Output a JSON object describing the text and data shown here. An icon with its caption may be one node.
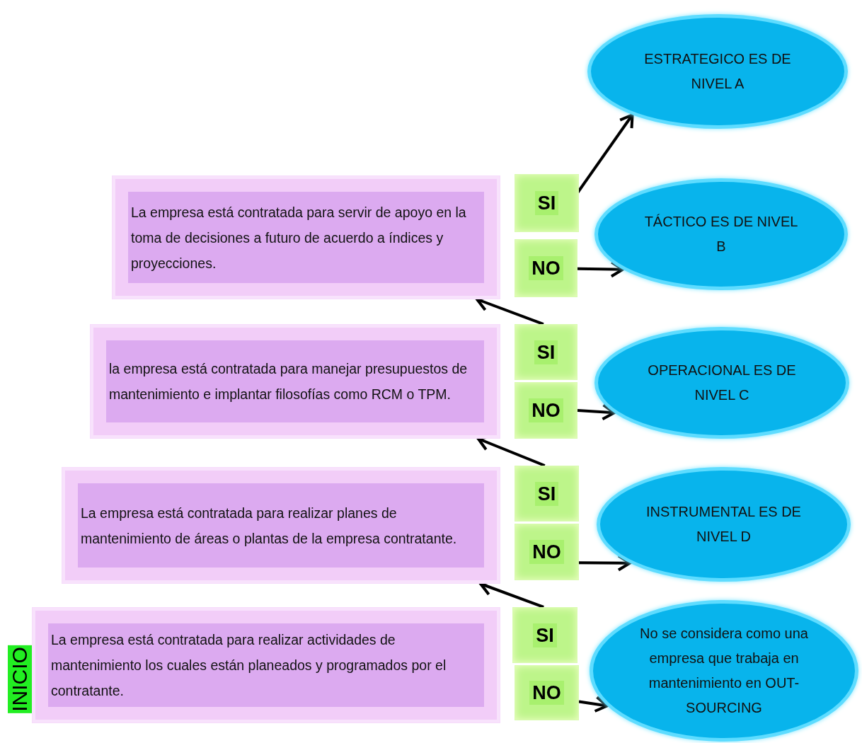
{
  "diagram": {
    "nodes": [
      {
        "text": [
          "La empresa está contratada para servir de apoyo en la toma de decisiones a futuro de acuerdo a índices y proyecciones."
        ]
      },
      {
        "text": [
          "SI"
        ]
      },
      {
        "text": [
          "NO"
        ]
      },
      {
        "text": [
          "ESTRATEGICO ES DE NIVEL A"
        ]
      },
      {
        "text": [
          "TÁCTICO ES DE NIVEL B"
        ]
      },
      {
        "text": [
          "la empresa está contratada para manejar presupuestos de mantenimiento e implantar filosofías como RCM o TPM."
        ]
      },
      {
        "text": [
          "SI"
        ]
      },
      {
        "text": [
          "NO"
        ]
      },
      {
        "text": [
          "OPERACIONAL ES DE NIVEL C"
        ]
      },
      {
        "text": [
          "La empresa está contratada para realizar planes de mantenimiento de áreas o plantas de la empresa contratante."
        ]
      },
      {
        "text": [
          "SI"
        ]
      },
      {
        "text": [
          "NO"
        ]
      },
      {
        "text": [
          "INSTRUMENTAL ES DE NIVEL D"
        ]
      },
      {
        "text": [
          "La empresa está contratada para realizar actividades de mantenimiento los cuales están planeados y programados por el contratante."
        ],
        "beside": [
          "INICIO"
        ]
      },
      {
        "text": [
          "SI"
        ]
      },
      {
        "text": [
          "NO"
        ]
      },
      {
        "text": [
          "No se considera como una empresa que trabaja en mantenimiento en OUT-SOURCING"
        ]
      }
    ],
    "edges": [
      {
        "from": 1,
        "to": 3,
        "arrow": "to"
      },
      {
        "from": 2,
        "to": 4,
        "arrow": "to"
      },
      {
        "from": 6,
        "to": 0,
        "arrow": "to"
      },
      {
        "from": 7,
        "to": 8,
        "arrow": "to"
      },
      {
        "from": 10,
        "to": 5,
        "arrow": "to"
      },
      {
        "from": 11,
        "to": 12,
        "arrow": "to"
      },
      {
        "from": 14,
        "to": 9,
        "arrow": "to"
      },
      {
        "from": 15,
        "to": 16,
        "arrow": "to"
      }
    ]
  }
}
